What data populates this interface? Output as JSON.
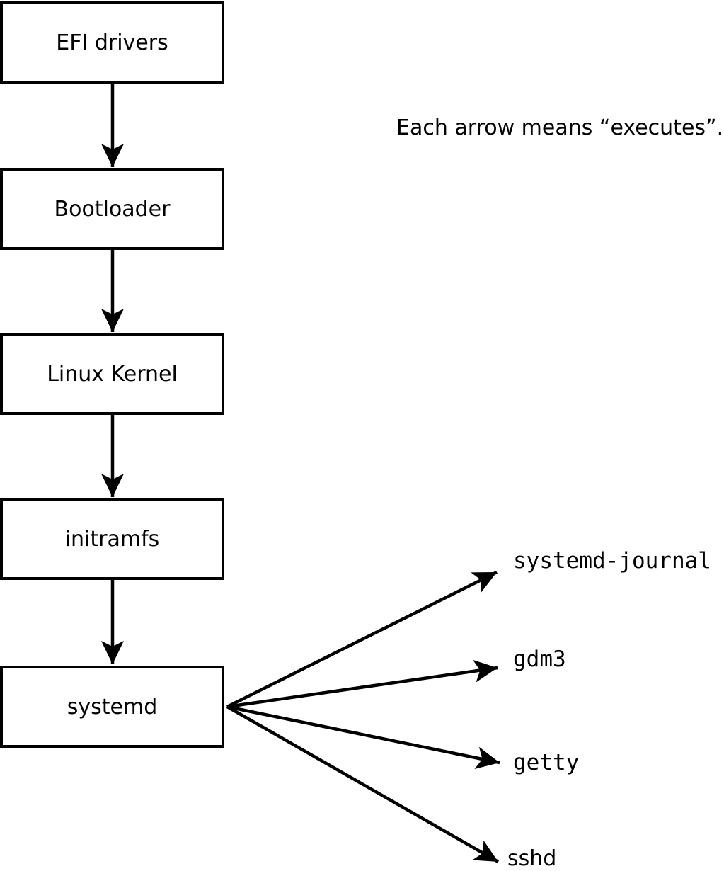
{
  "diagram": {
    "annotation": "Each arrow means “executes”.",
    "edge_meaning": "executes",
    "chain_nodes": [
      {
        "label": "EFI drivers"
      },
      {
        "label": "Bootloader"
      },
      {
        "label": "Linux Kernel"
      },
      {
        "label": "initramfs"
      },
      {
        "label": "systemd"
      }
    ],
    "spawned_processes": [
      {
        "label": "systemd-journal"
      },
      {
        "label": "gdm3"
      },
      {
        "label": "getty"
      },
      {
        "label": "sshd"
      }
    ],
    "edges": [
      {
        "from": "EFI drivers",
        "to": "Bootloader"
      },
      {
        "from": "Bootloader",
        "to": "Linux Kernel"
      },
      {
        "from": "Linux Kernel",
        "to": "initramfs"
      },
      {
        "from": "initramfs",
        "to": "systemd"
      },
      {
        "from": "systemd",
        "to": "systemd-journal"
      },
      {
        "from": "systemd",
        "to": "gdm3"
      },
      {
        "from": "systemd",
        "to": "getty"
      },
      {
        "from": "systemd",
        "to": "sshd"
      }
    ],
    "colors": {
      "foreground": "#000000",
      "background": "#ffffff"
    }
  }
}
